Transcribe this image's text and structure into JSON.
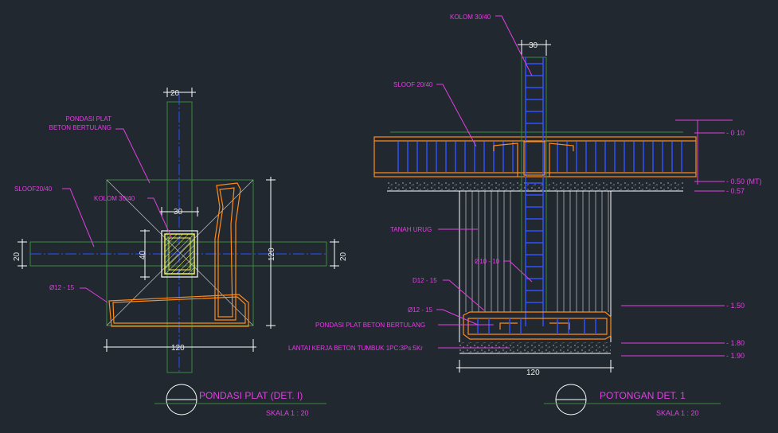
{
  "left": {
    "dim_top": "20",
    "dim_bottom": "120",
    "dim_left": "20",
    "dim_right": "20",
    "dim_col_width": "30",
    "dim_col_height": "40",
    "dim_plate_height": "120",
    "label_plate_line1": "PONDASI PLAT",
    "label_plate_line2": "BETON BERTULANG",
    "label_sloof": "SLOOF20/40",
    "label_kolom": "KOLOM 30/40",
    "label_bar": "Ø12 - 15",
    "title": "PONDASI PLAT (DET. I)",
    "scale": "SKALA 1 : 20"
  },
  "right": {
    "label_kolom": "KOLOM 30/40",
    "dim_top": "30",
    "label_sloof": "SLOOF 20/40",
    "label_tanah": "TANAH URUG",
    "label_stirrup": "Ø10 - 10",
    "label_d12": "D12 - 15",
    "label_bar": "Ø12 - 15",
    "label_plate": "PONDASI PLAT BETON BERTULANG",
    "label_lantai": "LANTAI KERJA BETON TUMBUK 1PC:3Ps:5Kr",
    "dim_bottom": "120",
    "levels": [
      "- 0 10",
      "- 0.50 (MT)",
      "- 0.57",
      "- 1.50",
      "- 1.80",
      "- 1.90"
    ],
    "title": "POTONGAN DET. 1",
    "scale": "SKALA 1 : 20"
  }
}
